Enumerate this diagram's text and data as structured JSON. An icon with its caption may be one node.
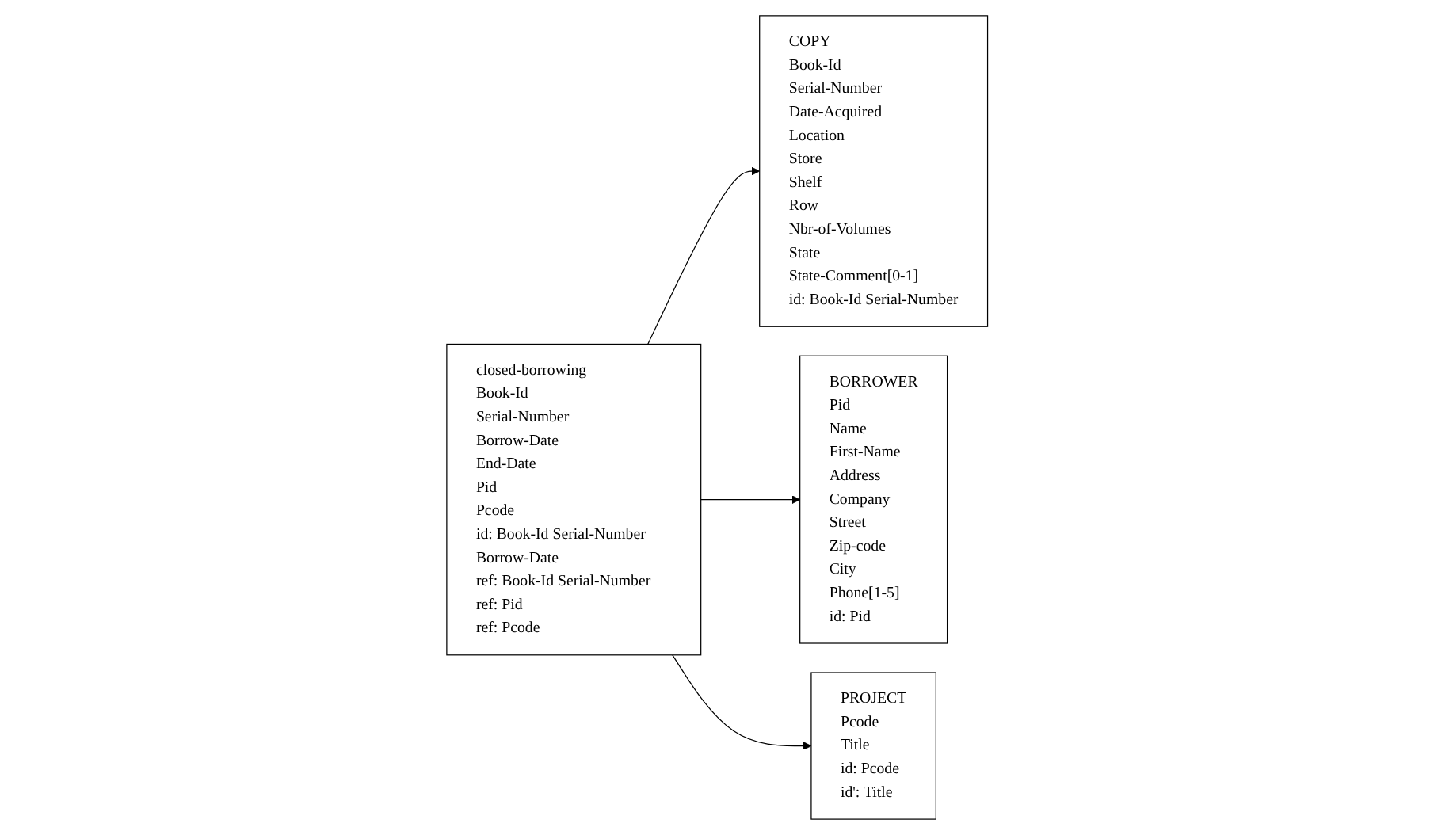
{
  "diagram": {
    "nodes": [
      {
        "text": [
          "COPY",
          "Book-Id",
          "Serial-Number",
          "Date-Acquired",
          "Location",
          "Store",
          "Shelf",
          "Row",
          "Nbr-of-Volumes",
          "State",
          "State-Comment[0-1]",
          "id: Book-Id Serial-Number"
        ]
      },
      {
        "text": [
          "closed-borrowing",
          "Book-Id",
          "Serial-Number",
          "Borrow-Date",
          "End-Date",
          "Pid",
          "Pcode",
          "id: Book-Id Serial-Number Borrow-Date",
          "ref: Book-Id Serial-Number",
          "ref: Pid",
          "ref: Pcode"
        ]
      },
      {
        "text": [
          "BORROWER",
          "Pid",
          "Name",
          "First-Name",
          "Address",
          "Company",
          "Street",
          "Zip-code",
          "City",
          "Phone[1-5]",
          "id: Pid"
        ]
      },
      {
        "text": [
          "PROJECT",
          "Pcode",
          "Title",
          "id: Pcode",
          "id': Title"
        ]
      }
    ],
    "edges": [
      {
        "from": 1,
        "to": 0,
        "arrow": "to"
      },
      {
        "from": 1,
        "to": 2,
        "arrow": "to"
      },
      {
        "from": 1,
        "to": 3,
        "arrow": "to"
      }
    ]
  }
}
